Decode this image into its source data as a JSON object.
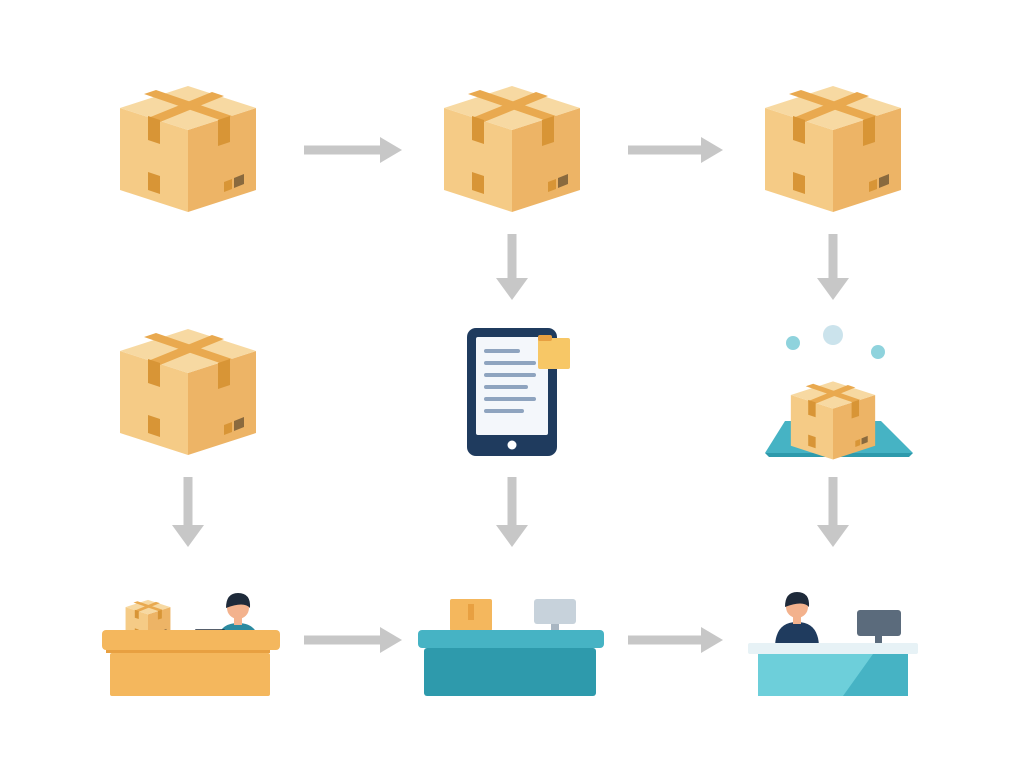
{
  "diagram": {
    "background": "#ffffff",
    "colors": {
      "box_top": "#F7D9A2",
      "box_left": "#F5CB86",
      "box_right": "#EDB466",
      "tape": "#E9A94F",
      "tape_dark": "#D89536",
      "label": "#8A6A3E",
      "arrow": "#C7C7C7",
      "tablet_frame": "#1F3B5E",
      "tablet_screen": "#F4F7FB",
      "tablet_text": "#8FA4BF",
      "folder": "#F7C766",
      "teal": "#46B3C4",
      "teal_dark": "#2E9AAC",
      "teal_light": "#6DCFDA",
      "bubble": "#8FD3DD",
      "orange_desk": "#F4B75D",
      "orange_desk_dark": "#E8A041",
      "person_shirt": "#2C8AA0",
      "person_shirt_dark": "#1F3B5E",
      "skin": "#F3B28D",
      "hair": "#1E2A3A",
      "monitor": "#5B6B7C",
      "monitor_light": "#C7D2DB"
    },
    "nodes": [
      {
        "id": "box-1",
        "icon": "package-box-icon"
      },
      {
        "id": "box-2",
        "icon": "package-box-icon"
      },
      {
        "id": "box-3",
        "icon": "package-box-icon"
      },
      {
        "id": "box-4",
        "icon": "package-box-icon"
      },
      {
        "id": "tablet",
        "icon": "tablet-document-icon"
      },
      {
        "id": "scan-platform",
        "icon": "package-scan-platform-icon"
      },
      {
        "id": "desk-orange",
        "icon": "clerk-desk-with-package-icon"
      },
      {
        "id": "desk-teal",
        "icon": "checkout-counter-icon"
      },
      {
        "id": "desk-reception",
        "icon": "reception-desk-with-clerk-icon"
      }
    ],
    "edges": [
      {
        "from": "box-1",
        "to": "box-2"
      },
      {
        "from": "box-2",
        "to": "box-3"
      },
      {
        "from": "box-2",
        "to": "tablet"
      },
      {
        "from": "box-3",
        "to": "scan-platform"
      },
      {
        "from": "box-4",
        "to": "desk-orange"
      },
      {
        "from": "tablet",
        "to": "desk-teal"
      },
      {
        "from": "scan-platform",
        "to": "desk-reception"
      },
      {
        "from": "desk-orange",
        "to": "desk-teal"
      },
      {
        "from": "desk-teal",
        "to": "desk-reception"
      }
    ]
  }
}
